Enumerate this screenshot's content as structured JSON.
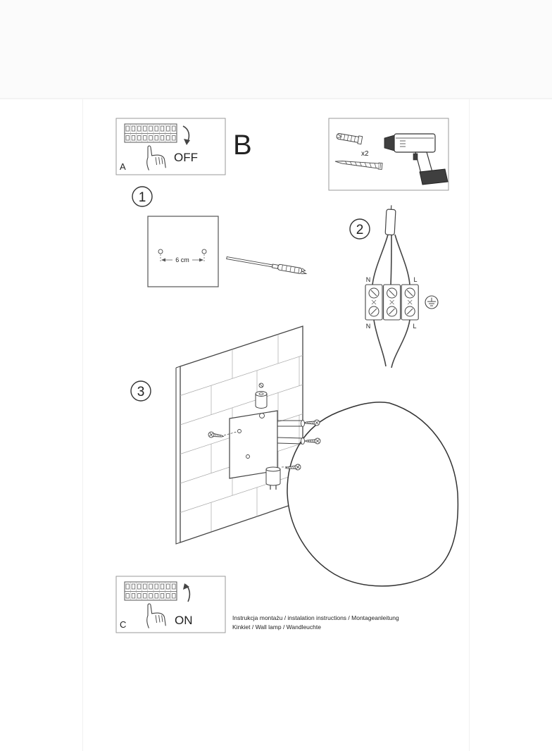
{
  "panels": {
    "a": {
      "label": "A",
      "switch": "OFF"
    },
    "b": {
      "label": "B"
    },
    "c": {
      "label": "C",
      "switch": "ON"
    }
  },
  "tools": {
    "anchor_qty": "x2"
  },
  "steps": [
    {
      "num": "1"
    },
    {
      "num": "2"
    },
    {
      "num": "3"
    }
  ],
  "drill_template": {
    "hole_spacing": "6 cm"
  },
  "wiring": {
    "terminal_top_left": "N",
    "terminal_top_right": "L",
    "terminal_bottom_left": "N",
    "terminal_bottom_right": "L"
  },
  "footer": {
    "line1": "Instrukcja montażu / instalation instructions / Montageanleitung",
    "line2": "Kinkiet / Wall lamp / Wandleuchte"
  }
}
